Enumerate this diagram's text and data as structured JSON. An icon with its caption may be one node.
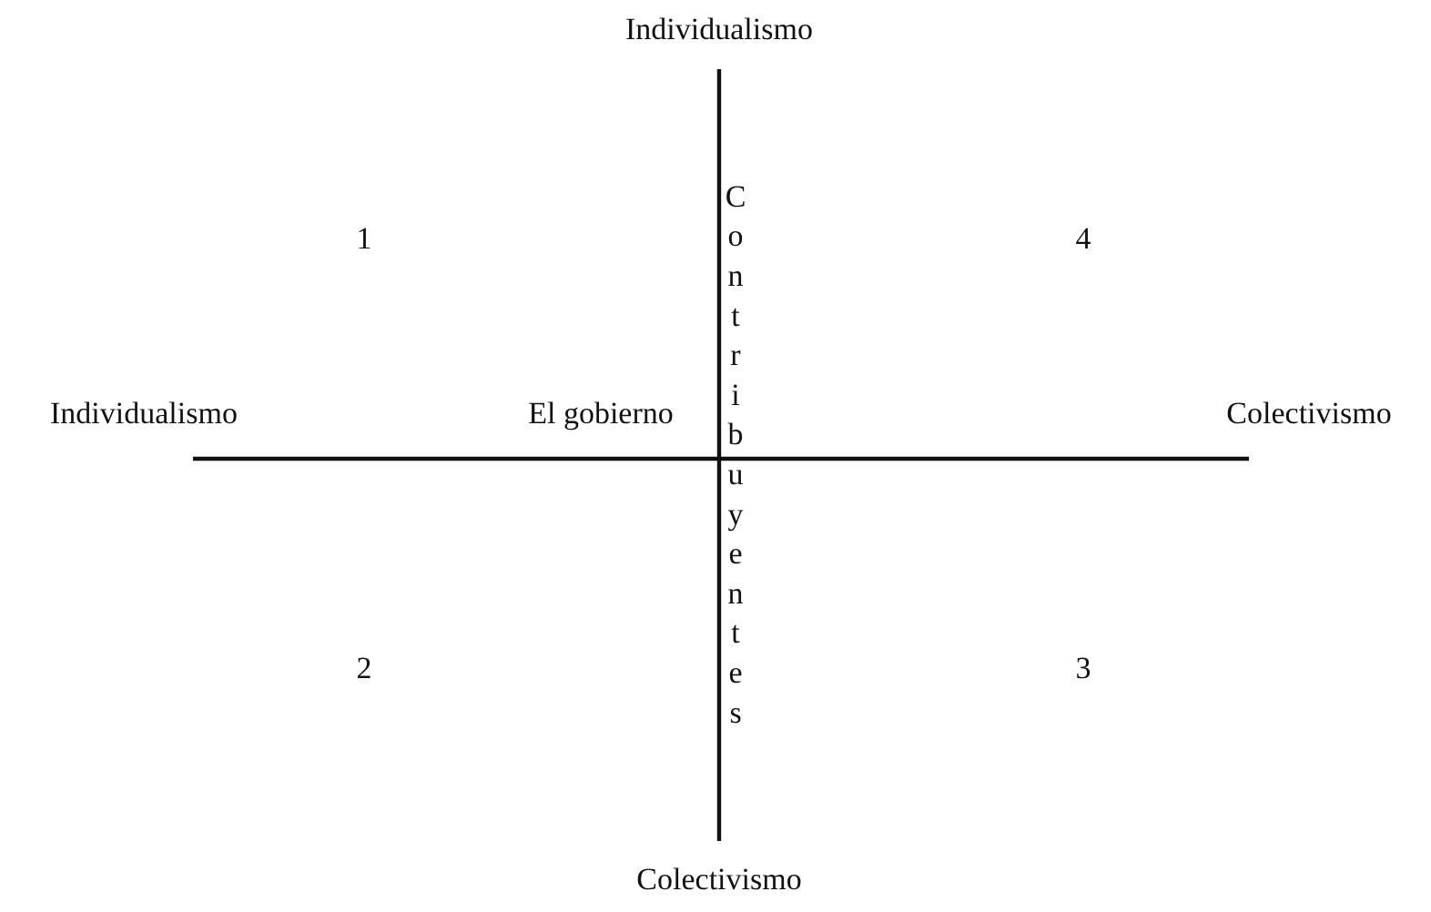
{
  "diagram": {
    "labels": [
      "Individualismo",
      "1",
      "Contribuyentes",
      "4",
      "Individualismo",
      "El gobierno",
      "Colectivismo",
      "2",
      "3",
      "Colectivismo"
    ]
  }
}
